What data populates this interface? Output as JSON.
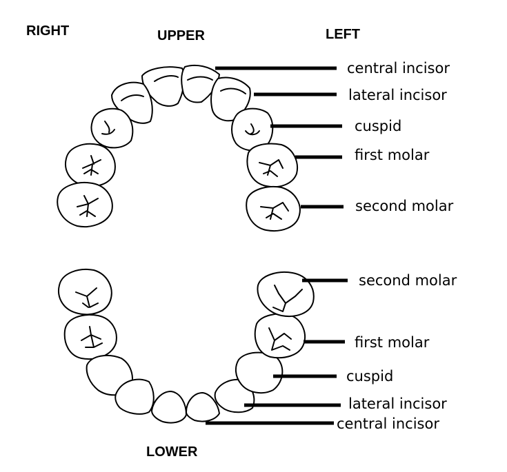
{
  "orientation": {
    "right": "RIGHT",
    "upper": "UPPER",
    "left": "LEFT",
    "lower": "LOWER"
  },
  "upper_labels": {
    "central_incisor": "central incisor",
    "lateral_incisor": "lateral incisor",
    "cuspid": "cuspid",
    "first_molar": "first molar",
    "second_molar": "second molar"
  },
  "lower_labels": {
    "second_molar": "second molar",
    "first_molar": "first molar",
    "cuspid": "cuspid",
    "lateral_incisor": "lateral incisor",
    "central_incisor": "central incisor"
  }
}
